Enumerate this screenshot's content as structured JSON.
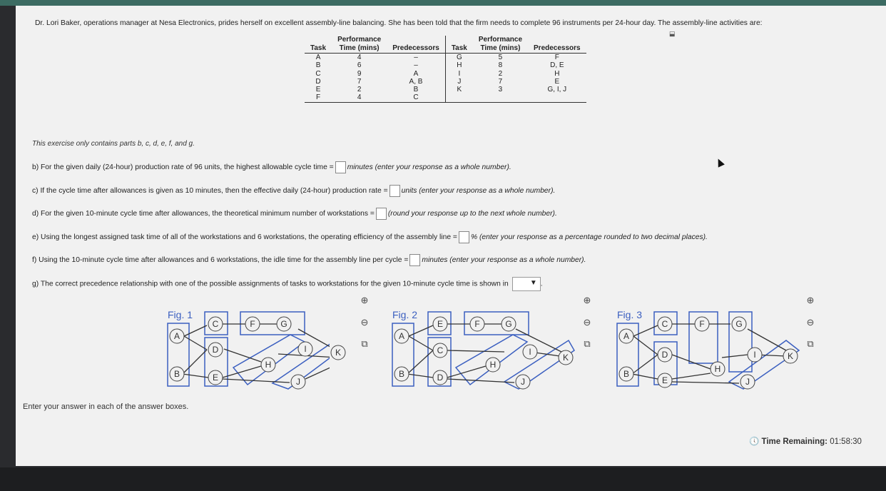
{
  "intro": "Dr. Lori Baker, operations manager at Nesa Electronics, prides herself on excellent assembly-line balancing.  She has been told that the firm needs to complete 96 instruments per 24-hour day.  The assembly-line activities are:",
  "table": {
    "headers": {
      "task": "Task",
      "perf": "Performance",
      "time": "Time (mins)",
      "pred": "Predecessors"
    },
    "left": [
      {
        "task": "A",
        "time": "4",
        "pred": "–"
      },
      {
        "task": "B",
        "time": "6",
        "pred": "–"
      },
      {
        "task": "C",
        "time": "9",
        "pred": "A"
      },
      {
        "task": "D",
        "time": "7",
        "pred": "A, B"
      },
      {
        "task": "E",
        "time": "2",
        "pred": "B"
      },
      {
        "task": "F",
        "time": "4",
        "pred": "C"
      }
    ],
    "right": [
      {
        "task": "G",
        "time": "5",
        "pred": "F"
      },
      {
        "task": "H",
        "time": "8",
        "pred": "D, E"
      },
      {
        "task": "I",
        "time": "2",
        "pred": "H"
      },
      {
        "task": "J",
        "time": "7",
        "pred": "E"
      },
      {
        "task": "K",
        "time": "3",
        "pred": "G, I, J"
      }
    ]
  },
  "only_contains": "This exercise only contains parts b, c, d, e, f, and g.",
  "questions": {
    "b_pre": "b) For the given daily (24-hour) production rate of 96 units, the highest allowable cycle time =",
    "b_post": "minutes (enter your response as a whole number).",
    "c_pre": "c) If the cycle time after allowances is given as 10 minutes, then the effective daily (24-hour) production rate =",
    "c_post": "units (enter your response as a whole number).",
    "d_pre": "d) For the given 10-minute cycle time after allowances, the theoretical minimum number of workstations =",
    "d_post": "(round your response up to the next whole number).",
    "e_pre": "e) Using the longest assigned task time of all of the workstations and 6 workstations, the operating efficiency of the assembly line =",
    "e_post": "% (enter your response as a percentage rounded to two decimal places).",
    "f_pre": "f) Using the 10-minute cycle time after allowances and 6 workstations, the idle time for the assembly line per cycle =",
    "f_post": "minutes (enter your response as a whole number).",
    "g_pre": "g) The correct precedence relationship with one of the possible assignments of tasks to workstations for the given 10-minute cycle time is shown in",
    "g_post": "."
  },
  "figures": [
    {
      "label": "Fig. 1"
    },
    {
      "label": "Fig. 2"
    },
    {
      "label": "Fig. 3"
    }
  ],
  "nodes": [
    "A",
    "B",
    "C",
    "D",
    "E",
    "F",
    "G",
    "H",
    "I",
    "J",
    "K"
  ],
  "answers_note": "Enter your answer in each of the answer boxes.",
  "timer": {
    "label": "Time Remaining:",
    "value": "01:58:30"
  },
  "icons": [
    "zoom-in-icon",
    "zoom-out-icon",
    "popout-icon",
    "clock-icon",
    "dropdown-arrow-icon"
  ],
  "colors": {
    "diagram_blue": "#3b5fc0",
    "accent_bar": "#3c6b62"
  }
}
